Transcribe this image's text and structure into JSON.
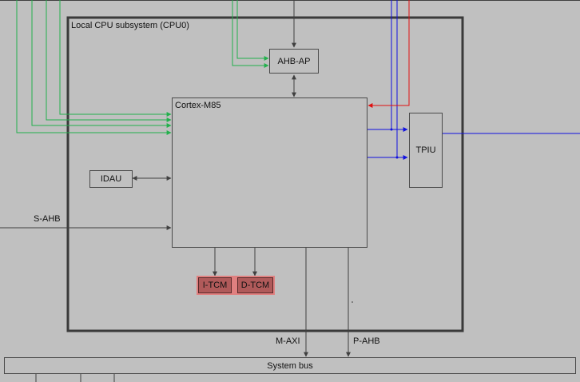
{
  "subsystem": {
    "title": "Local CPU subsystem (CPU0)"
  },
  "blocks": {
    "ahb_ap": "AHB-AP",
    "cortex": "Cortex-M85",
    "tpiu": "TPIU",
    "idau": "IDAU",
    "itcm": "I-TCM",
    "dtcm": "D-TCM",
    "system_bus": "System bus"
  },
  "labels": {
    "s_ahb": "S-AHB",
    "m_axi": "M-AXI",
    "p_ahb": "P-AHB"
  },
  "colors": {
    "background": "#c0c0c0",
    "line": "#404040",
    "green": "#22b04c",
    "blue": "#1010e0",
    "red": "#e01010",
    "tcm_fill": "#b05a5a",
    "tcm_border": "#e08080"
  }
}
